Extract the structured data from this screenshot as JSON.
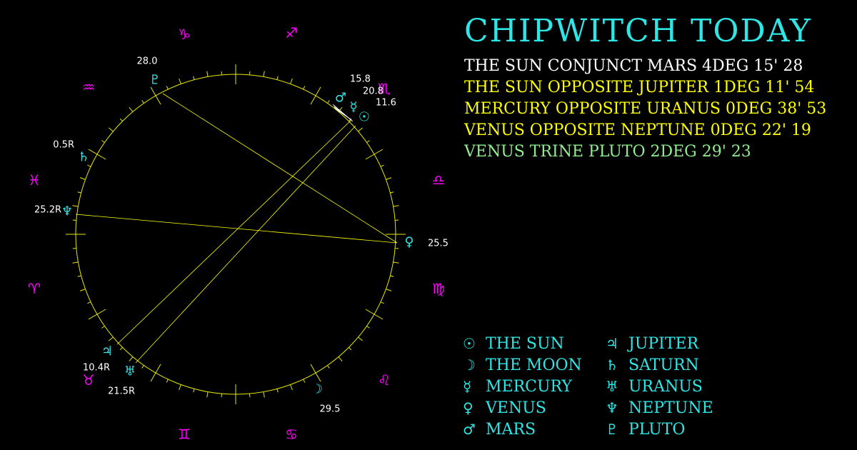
{
  "title": "CHIPWITCH TODAY",
  "colors": {
    "circle": "#e6e600",
    "zodiac": "#ff00ff",
    "planet": "#2ee6e6",
    "label": "#ffffff",
    "aspect_white": "#ffffff",
    "aspect_yellow": "#ffff00",
    "aspect_green": "#90ee90"
  },
  "aspects": [
    {
      "text": "THE SUN CONJUNCT MARS 4DEG 15' 28",
      "color": "#ffffff"
    },
    {
      "text": "THE SUN OPPOSITE JUPITER 1DEG 11' 54",
      "color": "#ffff00"
    },
    {
      "text": "MERCURY OPPOSITE URANUS 0DEG 38' 53",
      "color": "#ffff00"
    },
    {
      "text": "VENUS OPPOSITE NEPTUNE 0DEG 22' 19",
      "color": "#ffff00"
    },
    {
      "text": "VENUS TRINE PLUTO 2DEG 29' 23",
      "color": "#90ee90"
    }
  ],
  "legend": [
    {
      "glyph": "☉",
      "icon": "sun-icon",
      "label": "THE SUN"
    },
    {
      "glyph": "♃",
      "icon": "jupiter-icon",
      "label": "JUPITER"
    },
    {
      "glyph": "☽",
      "icon": "moon-icon",
      "label": "THE MOON"
    },
    {
      "glyph": "♄",
      "icon": "saturn-icon",
      "label": "SATURN"
    },
    {
      "glyph": "☿",
      "icon": "mercury-icon",
      "label": "MERCURY"
    },
    {
      "glyph": "♅",
      "icon": "uranus-icon",
      "label": "URANUS"
    },
    {
      "glyph": "♀",
      "icon": "venus-icon",
      "label": "VENUS"
    },
    {
      "glyph": "♆",
      "icon": "neptune-icon",
      "label": "NEPTUNE"
    },
    {
      "glyph": "♂",
      "icon": "mars-icon",
      "label": "MARS"
    },
    {
      "glyph": "♇",
      "icon": "pluto-icon",
      "label": "PLUTO"
    }
  ],
  "zodiac": [
    {
      "glyph": "♑",
      "name": "capricorn"
    },
    {
      "glyph": "♐",
      "name": "sagittarius"
    },
    {
      "glyph": "♏",
      "name": "scorpio"
    },
    {
      "glyph": "♎",
      "name": "libra"
    },
    {
      "glyph": "♍",
      "name": "virgo"
    },
    {
      "glyph": "♌",
      "name": "leo"
    },
    {
      "glyph": "♋",
      "name": "cancer"
    },
    {
      "glyph": "♊",
      "name": "gemini"
    },
    {
      "glyph": "♉",
      "name": "taurus"
    },
    {
      "glyph": "♈",
      "name": "aries"
    },
    {
      "glyph": "♓",
      "name": "pisces"
    },
    {
      "glyph": "♒",
      "name": "aquarius"
    }
  ],
  "planets": [
    {
      "name": "pluto",
      "glyph": "♇",
      "label": "28.0"
    },
    {
      "name": "mars",
      "glyph": "♂",
      "label": "15.8"
    },
    {
      "name": "mercury",
      "glyph": "☿",
      "label": "20.8"
    },
    {
      "name": "sun",
      "glyph": "☉",
      "label": "11.6"
    },
    {
      "name": "saturn",
      "glyph": "♄",
      "label": "0.5R"
    },
    {
      "name": "neptune",
      "glyph": "♆",
      "label": "25.2R"
    },
    {
      "name": "venus",
      "glyph": "♀",
      "label": "25.5"
    },
    {
      "name": "jupiter",
      "glyph": "♃",
      "label": "10.4R"
    },
    {
      "name": "uranus",
      "glyph": "♅",
      "label": "21.5R"
    },
    {
      "name": "moon",
      "glyph": "☽",
      "label": "29.5"
    }
  ]
}
